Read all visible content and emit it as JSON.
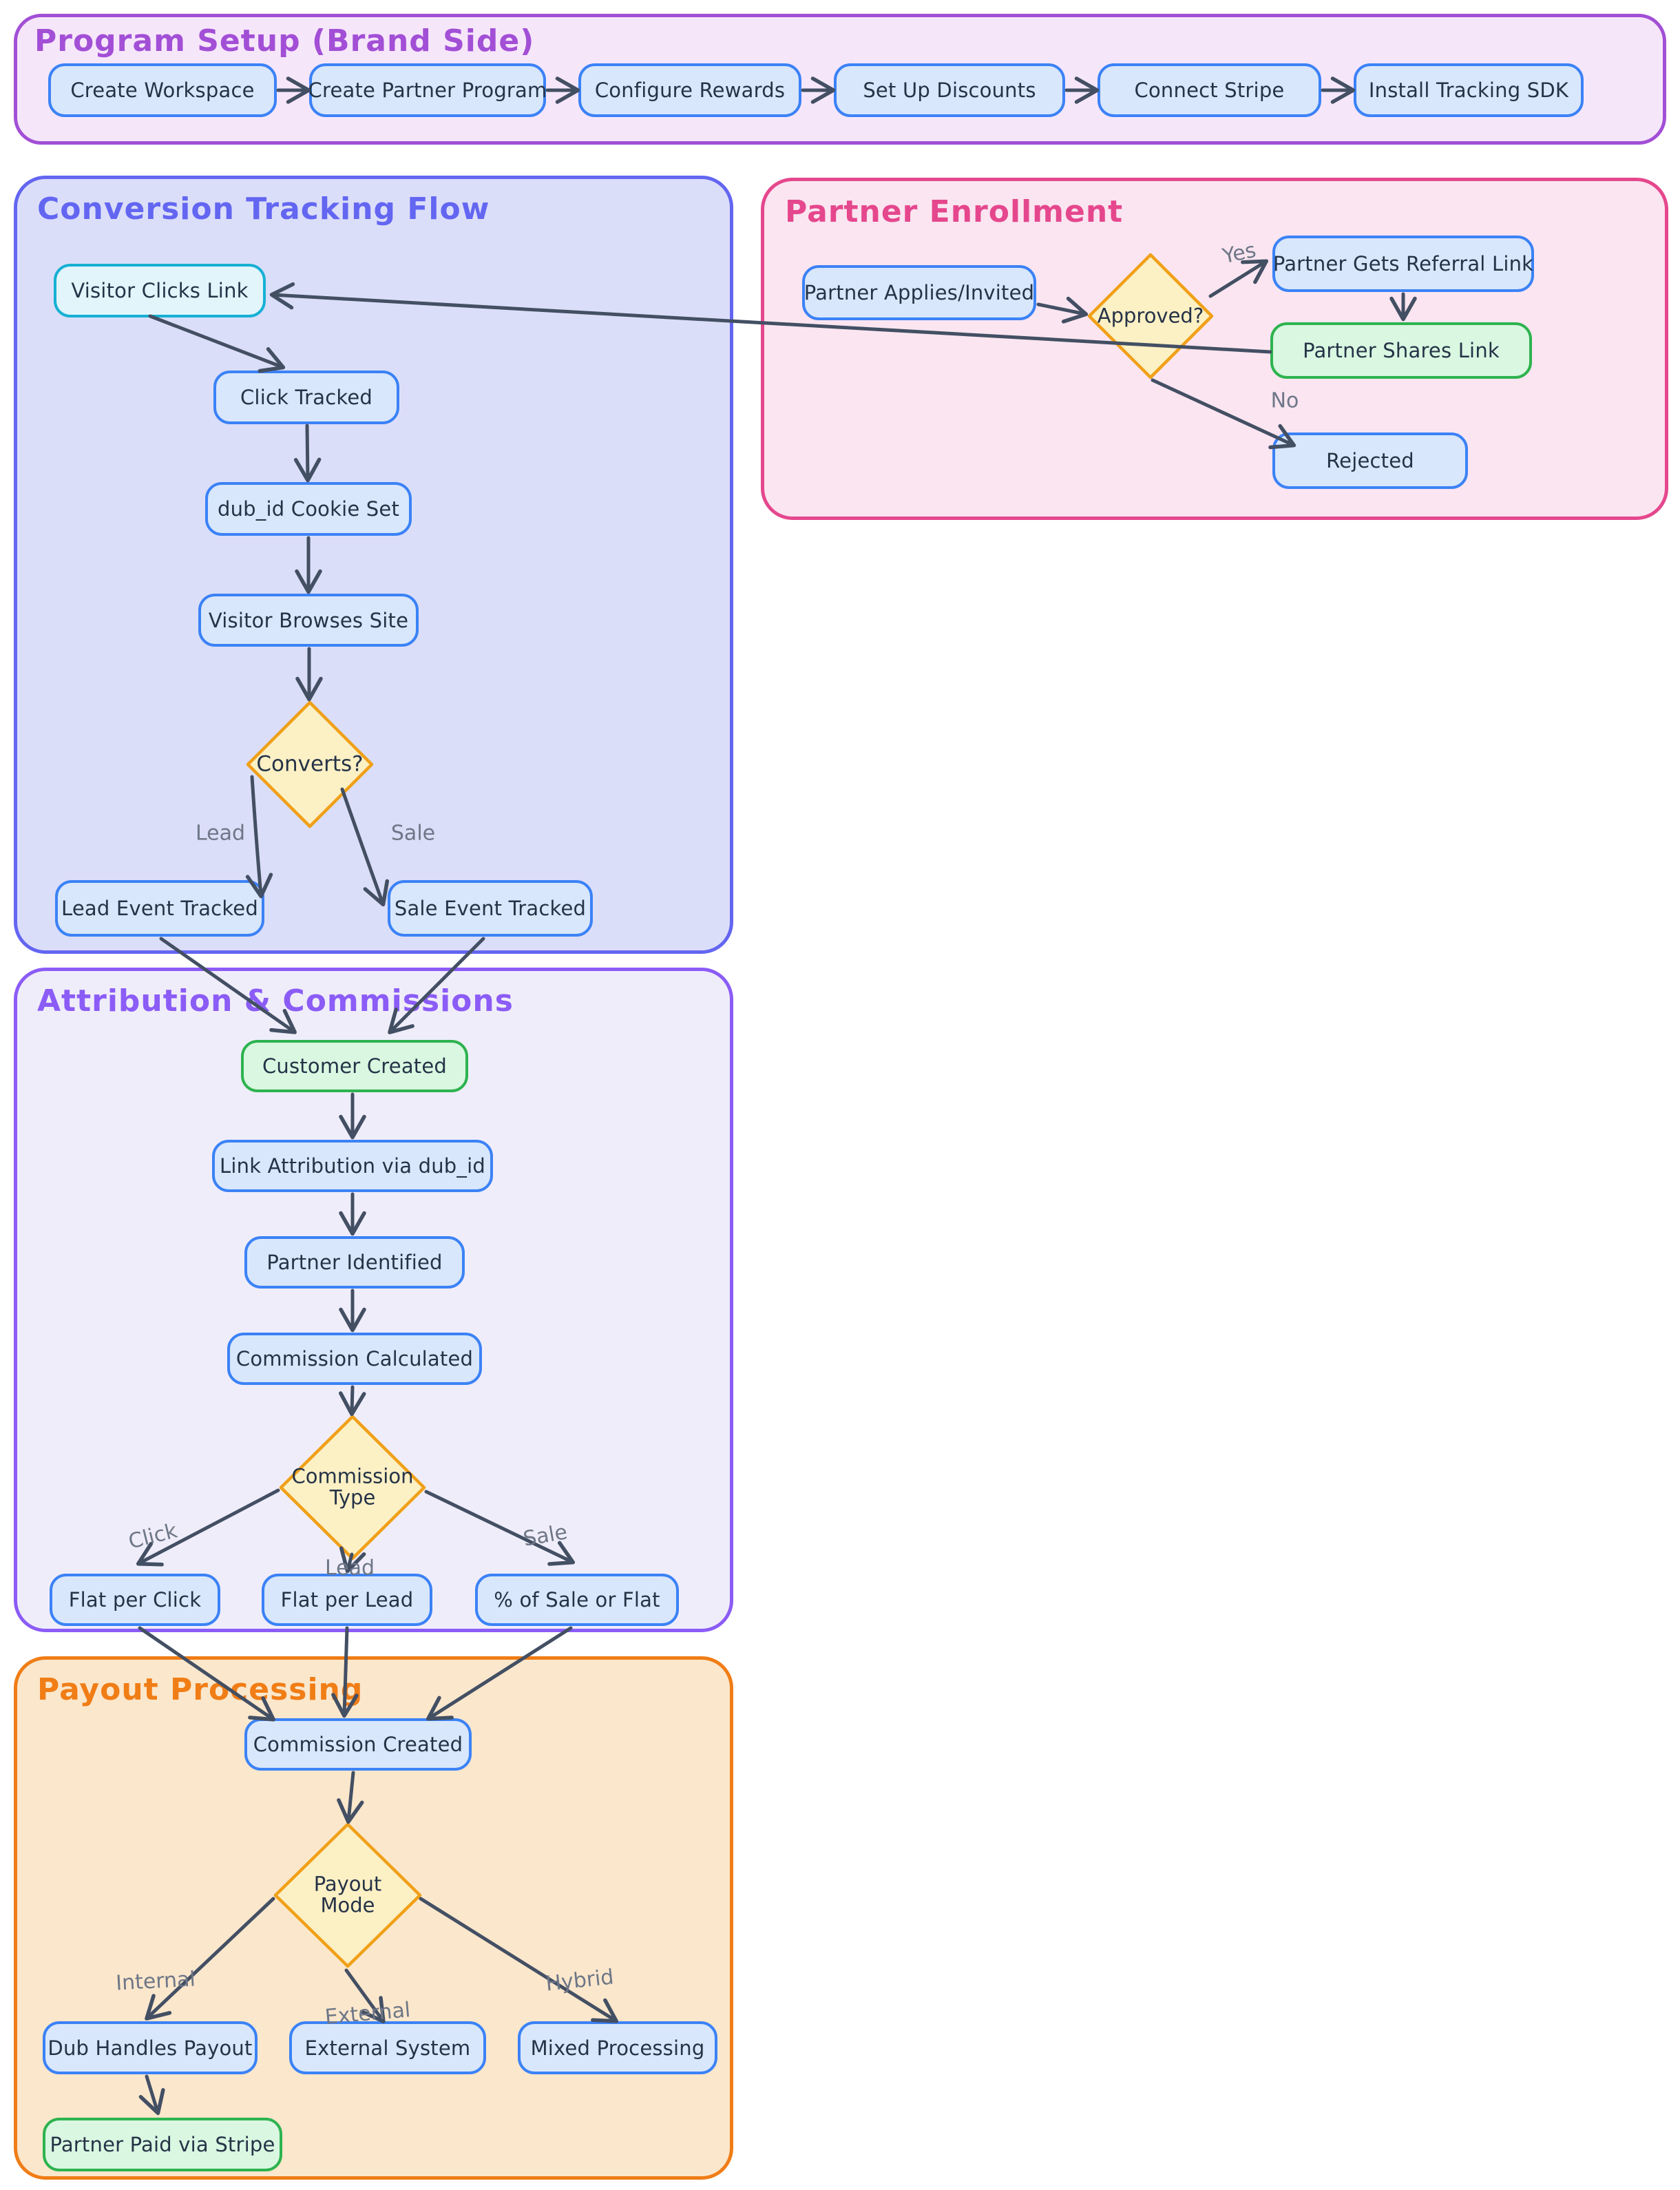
{
  "diagram": {
    "sections": {
      "program_setup": {
        "title": "Program Setup (Brand Side)",
        "nodes": {
          "create_workspace": "Create Workspace",
          "create_partner_program": "Create Partner Program",
          "configure_rewards": "Configure Rewards",
          "set_up_discounts": "Set Up Discounts",
          "connect_stripe": "Connect Stripe",
          "install_tracking_sdk": "Install Tracking SDK"
        }
      },
      "conversion_tracking": {
        "title": "Conversion Tracking Flow",
        "nodes": {
          "visitor_clicks_link": "Visitor Clicks Link",
          "click_tracked": "Click Tracked",
          "dub_id_cookie_set": "dub_id Cookie Set",
          "visitor_browses_site": "Visitor Browses Site",
          "converts": "Converts?",
          "lead_event_tracked": "Lead Event Tracked",
          "sale_event_tracked": "Sale Event Tracked"
        }
      },
      "partner_enrollment": {
        "title": "Partner Enrollment",
        "nodes": {
          "partner_applies": "Partner Applies/Invited",
          "approved": "Approved?",
          "partner_gets_referral_link": "Partner Gets Referral Link",
          "partner_shares_link": "Partner Shares Link",
          "rejected": "Rejected"
        }
      },
      "attribution_commissions": {
        "title": "Attribution & Commissions",
        "nodes": {
          "customer_created": "Customer Created",
          "link_attribution": "Link Attribution via dub_id",
          "partner_identified": "Partner Identified",
          "commission_calculated": "Commission Calculated",
          "commission_type": "Commission Type",
          "flat_per_click": "Flat per Click",
          "flat_per_lead": "Flat per Lead",
          "pct_of_sale": "% of Sale or Flat"
        }
      },
      "payout_processing": {
        "title": "Payout Processing",
        "nodes": {
          "commission_created": "Commission Created",
          "payout_mode": "Payout Mode",
          "dub_handles_payout": "Dub Handles Payout",
          "external_system": "External System",
          "mixed_processing": "Mixed Processing",
          "partner_paid_via_stripe": "Partner Paid via Stripe"
        }
      }
    },
    "edge_labels": {
      "lead_conv": "Lead",
      "sale_conv": "Sale",
      "yes": "Yes",
      "no": "No",
      "click": "Click",
      "lead_comm": "Lead",
      "sale_comm": "Sale",
      "internal": "Internal",
      "external": "External",
      "hybrid": "Hybrid"
    },
    "colors": {
      "section_program_border": "#a24fd6",
      "section_program_fill": "#f6e6fa",
      "section_conversion_border": "#6366f1",
      "section_conversion_fill": "#dbdef8",
      "section_partner_border": "#e5478d",
      "section_partner_fill": "#fae5f1",
      "section_attribution_border": "#8b5cf6",
      "section_attribution_fill": "#f0edfa",
      "section_payout_border": "#f07d16",
      "section_payout_fill": "#fbe7cc",
      "node_border": "#3b82f6",
      "node_fill": "#d8e7fb",
      "node_text": "#253347",
      "entry_node_border": "#17b0d4",
      "entry_node_fill": "#e1f5fb",
      "green_node_border": "#2eb34f",
      "green_node_fill": "#d9f7e1",
      "diamond_border": "#f0a018",
      "diamond_fill": "#fcf0c5",
      "edge_color": "#434f63",
      "edge_label_color": "#6e7787"
    }
  }
}
